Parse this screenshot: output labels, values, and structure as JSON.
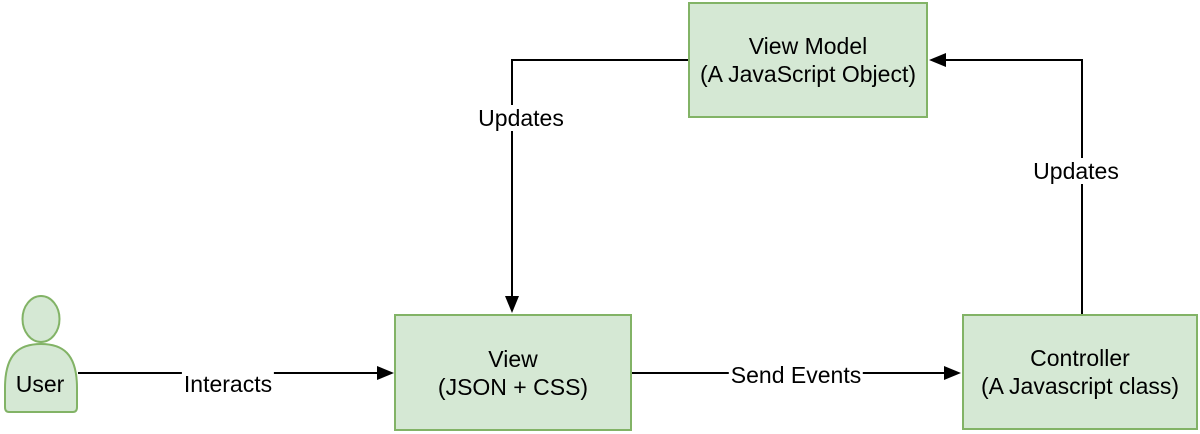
{
  "diagram": {
    "type": "flow-diagram",
    "colors": {
      "node_fill": "#d5e8d4",
      "node_border": "#82b366",
      "line": "#000000",
      "text": "#000000",
      "label_background": "#ffffff",
      "background": "#ffffff"
    },
    "nodes": {
      "user": {
        "label": "User",
        "shape": "person"
      },
      "view_model": {
        "label": "View Model",
        "sublabel": "(A JavaScript Object)"
      },
      "view": {
        "label": "View",
        "sublabel": "(JSON + CSS)"
      },
      "controller": {
        "label": "Controller",
        "sublabel": "(A Javascript class)"
      }
    },
    "edges": {
      "interacts": {
        "label": "Interacts",
        "from": "user",
        "to": "view"
      },
      "send_events": {
        "label": "Send Events",
        "from": "view",
        "to": "controller"
      },
      "controller_updates": {
        "label": "Updates",
        "from": "controller",
        "to": "view_model"
      },
      "view_model_updates": {
        "label": "Updates",
        "from": "view_model",
        "to": "view"
      }
    }
  }
}
